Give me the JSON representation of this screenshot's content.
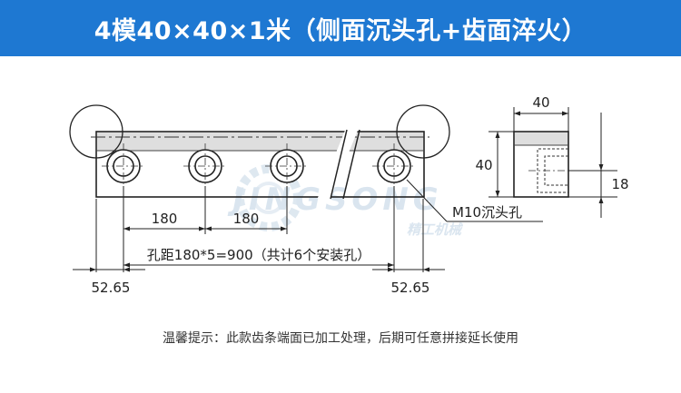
{
  "header": {
    "title": "4模40×40×1米（侧面沉头孔+齿面淬火）",
    "background": "#1e78d2",
    "text_color": "#ffffff"
  },
  "drawing": {
    "front": {
      "dim_hole_pitch_1": "180",
      "dim_hole_pitch_2": "180",
      "dim_total": "孔距180*5=900（共计6个安装孔）",
      "dim_left_end": "52.65",
      "dim_right_end": "52.65",
      "callout": "M10沉头孔"
    },
    "side": {
      "dim_width": "40",
      "dim_height": "40",
      "dim_hole_offset": "18"
    }
  },
  "watermark": {
    "brand": "JINGSONG",
    "brand_cn": "精工机械"
  },
  "footer": {
    "note": "温馨提示：此款齿条端面已加工处理，后期可任意拼接延长使用"
  }
}
